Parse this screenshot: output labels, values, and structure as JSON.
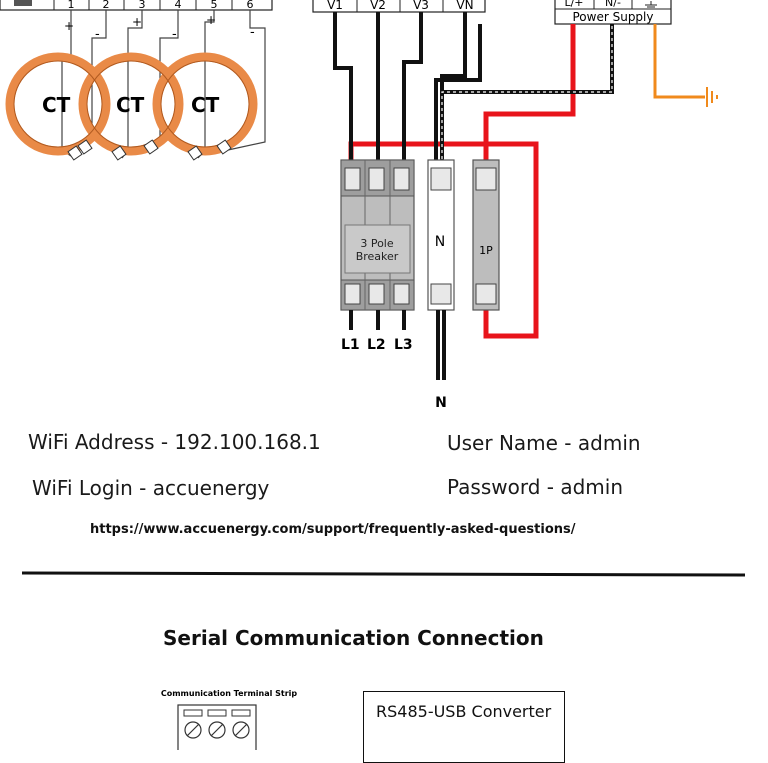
{
  "terminal_numbers": [
    "1",
    "2",
    "3",
    "4",
    "5",
    "6"
  ],
  "ct": {
    "label": "CT",
    "plus": "+",
    "minus": "-"
  },
  "voltage_terminals": [
    "V1",
    "V2",
    "V3",
    "VN"
  ],
  "power_supply": {
    "label": "Power Supply",
    "terminals": [
      "L/+",
      "N/-"
    ]
  },
  "breakers": {
    "three_pole_label_line1": "3 Pole",
    "three_pole_label_line2": "Breaker",
    "neutral_label": "N",
    "single_pole_label": "1P"
  },
  "line_labels": [
    "L1",
    "L2",
    "L3"
  ],
  "neutral_bottom_label": "N",
  "wifi": {
    "address": "WiFi Address - 192.100.168.1",
    "login": "WiFi Login - accuenergy",
    "user_name": "User Name - admin",
    "password": "Password - admin"
  },
  "faq_url": "https://www.accuenergy.com/support/frequently-asked-questions/",
  "serial_section": {
    "title": "Serial Communication Connection",
    "terminal_strip_label": "Communication Terminal Strip",
    "converter_label": "RS485-USB Converter"
  },
  "colors": {
    "red_wire": "#e8141b",
    "black_wire": "#111111",
    "ground_wire": "#f08a1c",
    "ct_coil": "#e98a47"
  }
}
